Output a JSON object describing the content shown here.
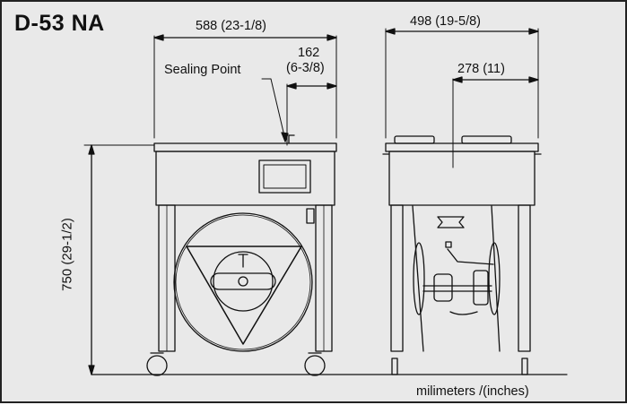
{
  "title": "D-53 NA",
  "labels": {
    "sealing_point": "Sealing Point",
    "units": "milimeters /(inches)"
  },
  "dimensions": {
    "front_width": "588 (23-1/8)",
    "sealing_offset_mm": "162",
    "sealing_offset_in": "(6-3/8)",
    "side_depth": "498 (19-5/8)",
    "side_offset": "278 (11)",
    "height": "750 (29-1/2)"
  },
  "colors": {
    "background": "#e9e9e9",
    "line": "#111111",
    "frame": "#222222"
  }
}
